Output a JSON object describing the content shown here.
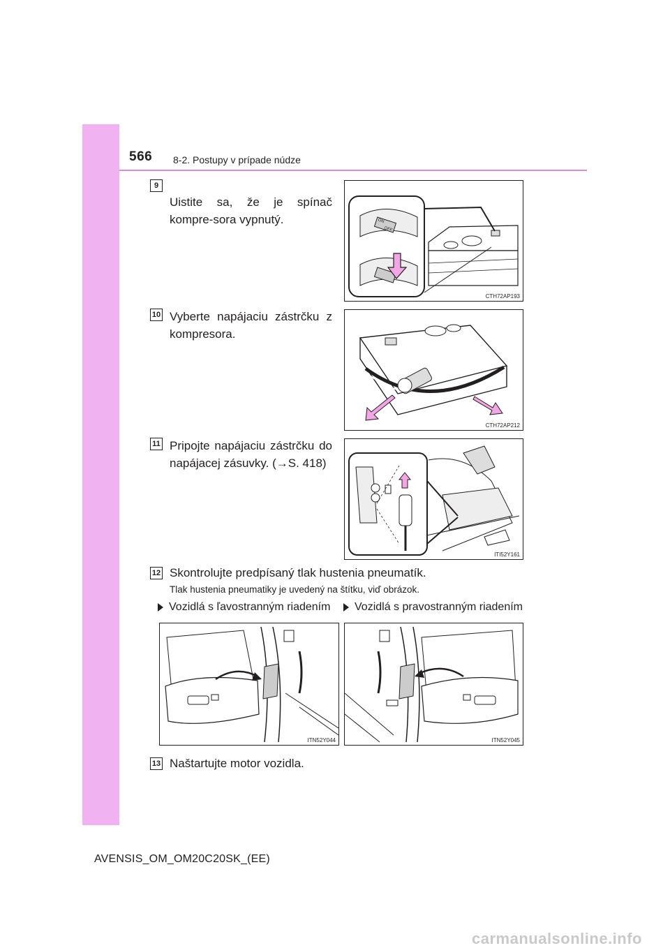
{
  "header": {
    "page_number": "566",
    "section": "8-2. Postupy v prípade núdze"
  },
  "steps": [
    {
      "num": "9",
      "text": "Uistite sa, že je spínač kompre-sora vypnutý.",
      "image_code": "CTH72AP193"
    },
    {
      "num": "10",
      "text": "Vyberte napájaciu zástrčku z kompresora.",
      "image_code": "CTH72AP212"
    },
    {
      "num": "11",
      "text": "Pripojte napájaciu zástrčku do napájacej zásuvky. (→S. 418)",
      "image_code": "ITI52Y161"
    },
    {
      "num": "12",
      "text": "Skontrolujte predpísaný tlak hustenia pneumatík.",
      "note": "Tlak hustenia pneumatiky je uvedený na štítku, viď obrázok."
    },
    {
      "num": "13",
      "text": "Naštartujte motor vozidla."
    }
  ],
  "subheads": {
    "left": "Vozidlá s ľavostranným riadením",
    "right": "Vozidlá s pravostranným riadením",
    "left_code": "ITN52Y044",
    "right_code": "ITN52Y045"
  },
  "switch_labels": {
    "on": "ON",
    "off": "OFF"
  },
  "footer": "AVENSIS_OM_OM20C20SK_(EE)",
  "watermark": "carmanualsonline.info",
  "colors": {
    "sidebar": "#f0b2f0",
    "rule": "#d98ad8",
    "arrow": "#f3a6e6"
  }
}
